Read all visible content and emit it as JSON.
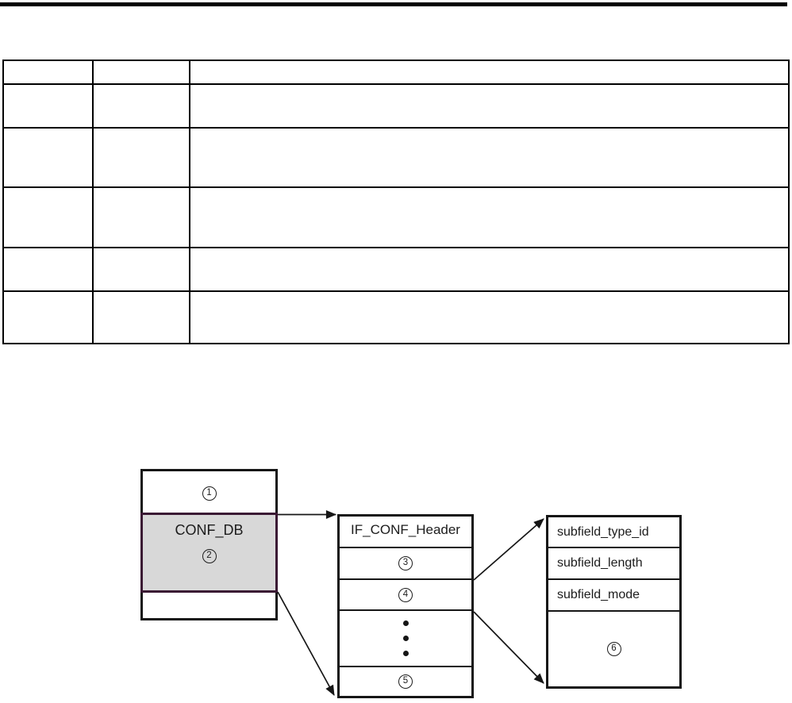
{
  "page": {
    "background": "#ffffff",
    "top_bar_color": "#000000"
  },
  "table": {
    "rows": 6,
    "columns": 3,
    "border_color": "#000000",
    "cells_empty": true
  },
  "diagram": {
    "colors": {
      "box_border": "#161616",
      "highlight_fill": "#d8d8d8",
      "highlight_border": "#3a1733"
    },
    "left_box": {
      "top_callout": "1",
      "label": "CONF_DB",
      "mid_callout": "2"
    },
    "middle_box": {
      "header": "IF_CONF_Header",
      "row3_callout": "3",
      "row4_callout": "4",
      "row5_callout": "5",
      "ellipsis_dot_count": 3
    },
    "right_box": {
      "row1": "subfield_type_id",
      "row2": "subfield_length",
      "row3": "subfield_mode",
      "callout": "6"
    }
  }
}
